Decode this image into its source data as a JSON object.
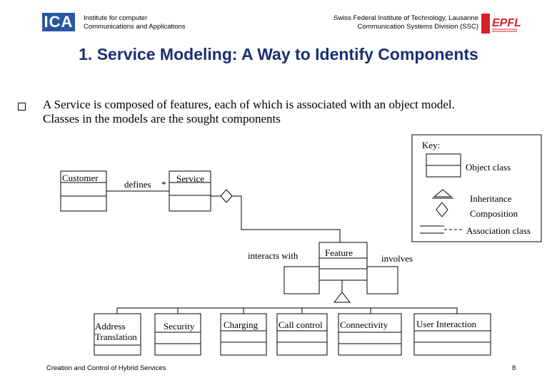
{
  "header": {
    "left_logo": "ICA",
    "left_line1": "Institute for computer",
    "left_line2": "Communications and Applications",
    "right_line1": "Swiss Federal Institute of Technology, Lausanne",
    "right_line2": "Communication Systems Division (SSC)"
  },
  "title": "1. Service Modeling: A Way to Identify Components",
  "bullet_line1": "A Service is composed of features, each of which is associated with an object model.",
  "bullet_line2": "Classes in the models are the sought components",
  "key": {
    "title": "Key:",
    "object_class": "Object class",
    "inheritance": "Inheritance",
    "composition": "Composition",
    "association_class": "Association class"
  },
  "diagram": {
    "customer": "Customer",
    "defines": "defines",
    "multiplicity": "*",
    "service": "Service",
    "feature": "Feature",
    "interacts_with": "interacts with",
    "involves": "involves",
    "address_line1": "Address",
    "address_line2": "Translation",
    "security": "Security",
    "charging": "Charging",
    "call_control": "Call control",
    "connectivity": "Connectivity",
    "user_interaction": "User Interaction"
  },
  "footer": {
    "text": "Creation and Control of Hybrid Services",
    "page": "8"
  }
}
